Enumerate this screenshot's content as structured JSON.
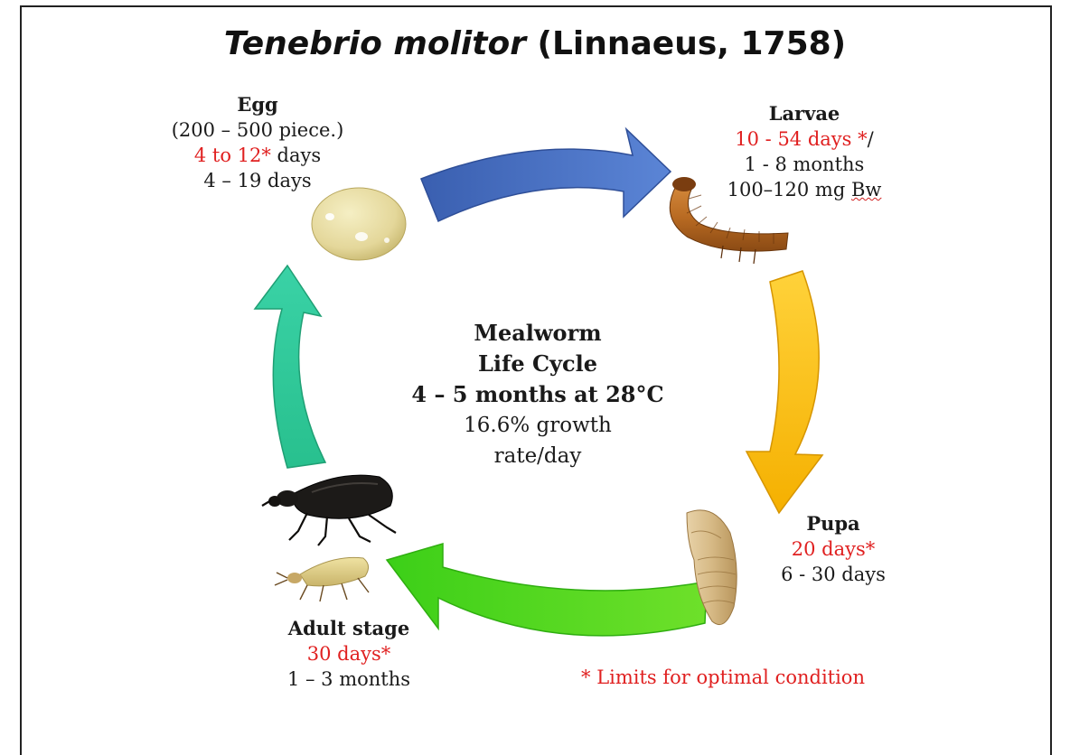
{
  "title": {
    "species": "Tenebrio molitor",
    "authority": "(Linnaeus, 1758)"
  },
  "center": {
    "line1": "Mealworm",
    "line2": "Life Cycle",
    "line3": "4 – 5 months at 28°C",
    "line4": "16.6% growth",
    "line5": "rate/day"
  },
  "stages": {
    "egg": {
      "name": "Egg",
      "count": "(200 – 500 piece.)",
      "optimal_num": "4 to 12*",
      "optimal_unit": " days",
      "range": "4 – 19 days"
    },
    "larvae": {
      "name": "Larvae",
      "optimal": "10 - 54 days *",
      "sep": "/",
      "range": "1 - 8 months",
      "weight_prefix": "100–120 mg ",
      "weight_unit": "Bw"
    },
    "pupa": {
      "name": "Pupa",
      "optimal": "20 days*",
      "range": "6 - 30 days"
    },
    "adult": {
      "name": "Adult stage",
      "optimal": "30 days*",
      "range": "1 – 3 months"
    }
  },
  "note": "* Limits for optimal condition",
  "colors": {
    "arrow_egg_to_larvae": "#4a72c4",
    "arrow_larvae_to_pupa": "#ffc000",
    "arrow_pupa_to_adult": "#4ed61a",
    "arrow_adult_to_egg": "#2ec79a",
    "optimal_text": "#e02020"
  }
}
